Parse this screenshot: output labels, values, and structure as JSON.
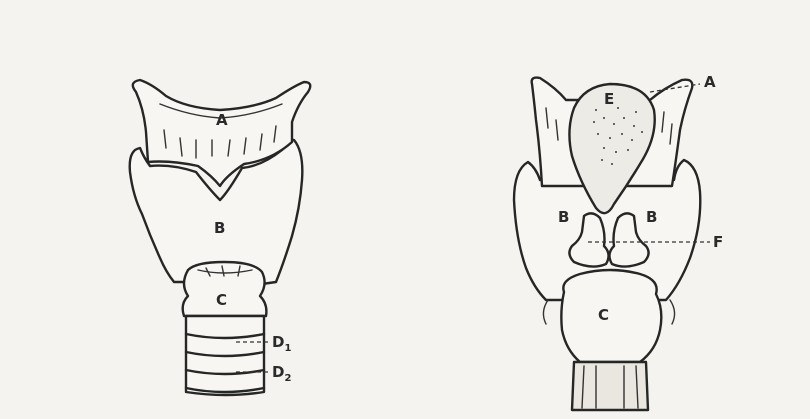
{
  "figure": {
    "front_view": {
      "labels": {
        "a": "A",
        "b": "B",
        "c": "C",
        "d1_main": "D",
        "d1_sub": "1",
        "d2_main": "D",
        "d2_sub": "2"
      }
    },
    "back_view": {
      "labels": {
        "a": "A",
        "e": "E",
        "b_left": "B",
        "b_right": "B",
        "f": "F",
        "c": "C"
      }
    }
  },
  "colors": {
    "ink": "#262626",
    "paper": "#f4f3ef"
  }
}
